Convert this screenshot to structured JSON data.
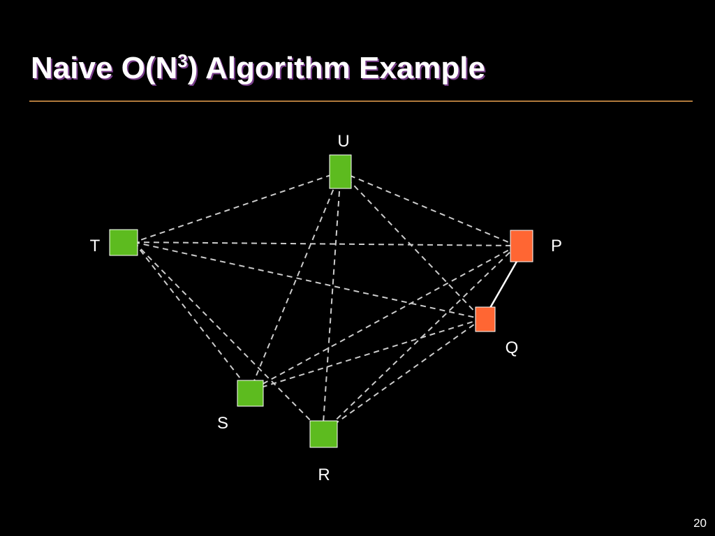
{
  "slide": {
    "title_before": "Naive O(N",
    "title_superscript": "3",
    "title_after": ") Algorithm Example",
    "page_number": "20"
  },
  "colors": {
    "background": "#000000",
    "rule": "#b07a3c",
    "node_green": "#5dbb1f",
    "node_orange": "#ff6633",
    "edge_dashed": "#cccccc",
    "edge_solid": "#ffffff"
  },
  "nodes": [
    {
      "id": "U",
      "label": "U",
      "color": "green"
    },
    {
      "id": "T",
      "label": "T",
      "color": "green"
    },
    {
      "id": "P",
      "label": "P",
      "color": "orange"
    },
    {
      "id": "Q",
      "label": "Q",
      "color": "orange"
    },
    {
      "id": "S",
      "label": "S",
      "color": "green"
    },
    {
      "id": "R",
      "label": "R",
      "color": "green"
    }
  ],
  "edges": [
    {
      "from": "U",
      "to": "T",
      "style": "dashed"
    },
    {
      "from": "U",
      "to": "P",
      "style": "dashed"
    },
    {
      "from": "U",
      "to": "Q",
      "style": "dashed"
    },
    {
      "from": "U",
      "to": "S",
      "style": "dashed"
    },
    {
      "from": "U",
      "to": "R",
      "style": "dashed"
    },
    {
      "from": "T",
      "to": "P",
      "style": "dashed"
    },
    {
      "from": "T",
      "to": "Q",
      "style": "dashed"
    },
    {
      "from": "T",
      "to": "S",
      "style": "dashed"
    },
    {
      "from": "T",
      "to": "R",
      "style": "dashed"
    },
    {
      "from": "P",
      "to": "S",
      "style": "dashed"
    },
    {
      "from": "P",
      "to": "R",
      "style": "dashed"
    },
    {
      "from": "Q",
      "to": "S",
      "style": "dashed"
    },
    {
      "from": "Q",
      "to": "R",
      "style": "dashed"
    },
    {
      "from": "P",
      "to": "Q",
      "style": "solid"
    }
  ]
}
